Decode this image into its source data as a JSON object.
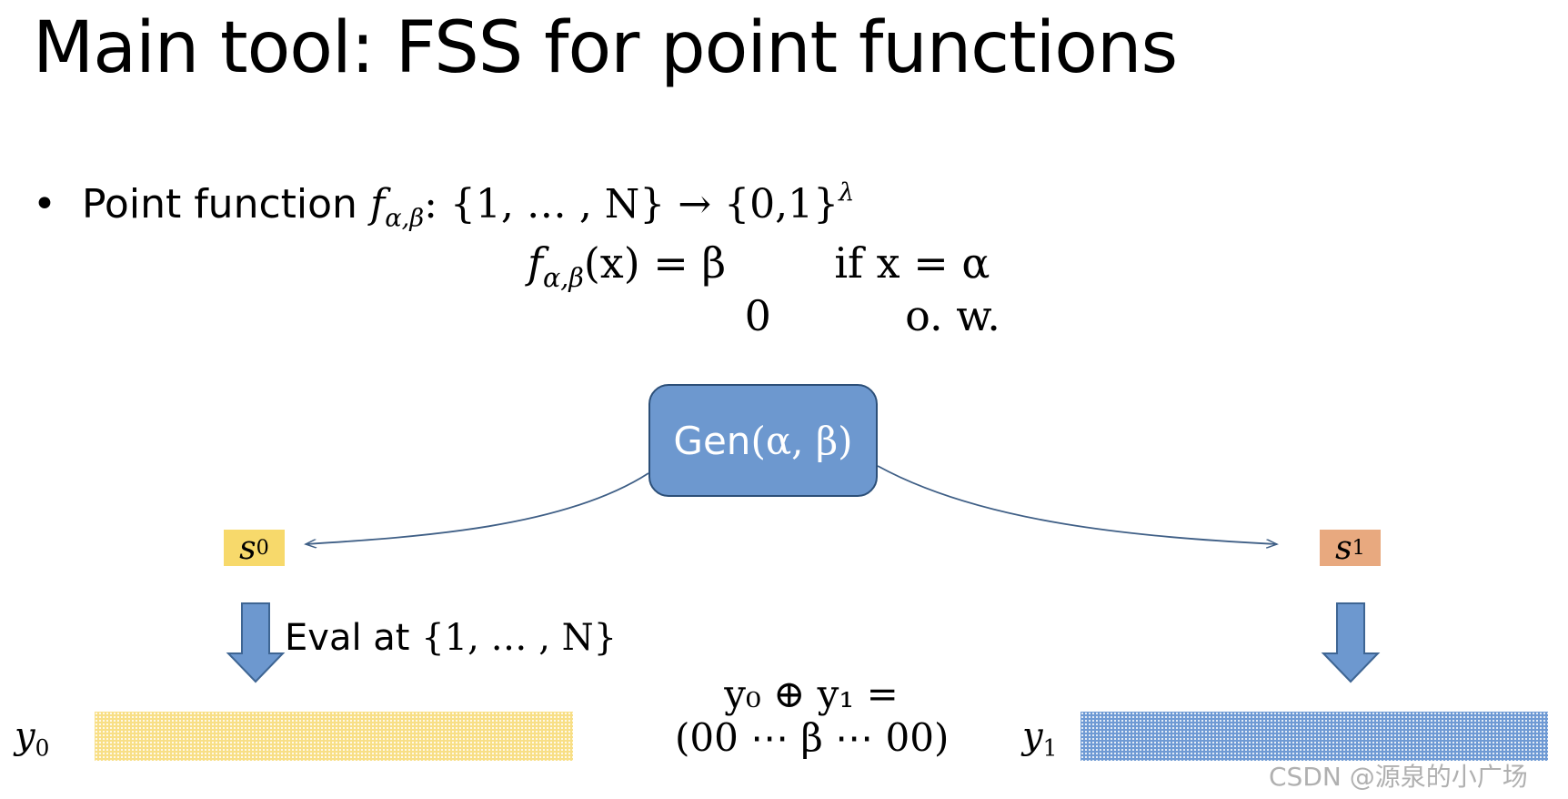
{
  "title": "Main tool: FSS for point functions",
  "bullet": {
    "symbol": "•",
    "text": "Point function",
    "func_name": "f",
    "func_sub": "α,β",
    "signature": ": {1, … , N} → {0,1}",
    "signature_sup": "λ"
  },
  "definition": {
    "line1_lhs": "f",
    "line1_lhs_sub": "α,β",
    "line1_lhs_rest": "(x) = β",
    "line1_cond": "if x = α",
    "line2_value": "0",
    "line2_cond": "o. w."
  },
  "gen_box": {
    "label_text": "Gen",
    "label_args": "(α, β)",
    "color": "#6d98cf",
    "border_color": "#2c4f78"
  },
  "share0": {
    "label": "s",
    "sub": "0",
    "color": "#f7d96b"
  },
  "share1": {
    "label": "s",
    "sub": "1",
    "color": "#e8a97f"
  },
  "eval_label": {
    "text": "Eval at",
    "set": "{1, … , N}"
  },
  "output0": {
    "label": "y",
    "sub": "0",
    "color": "#f8df86"
  },
  "output1": {
    "label": "y",
    "sub": "1",
    "color": "#6f9ad4"
  },
  "xor": {
    "line1": "y₀ ⊕ y₁ =",
    "line2": "(00 ⋯ β ⋯ 00)"
  },
  "watermark": "CSDN @源泉的小广场",
  "colors": {
    "arrow_blue": "#6d98cf",
    "arrow_border": "#3e6593",
    "connector": "#3f5f86"
  }
}
